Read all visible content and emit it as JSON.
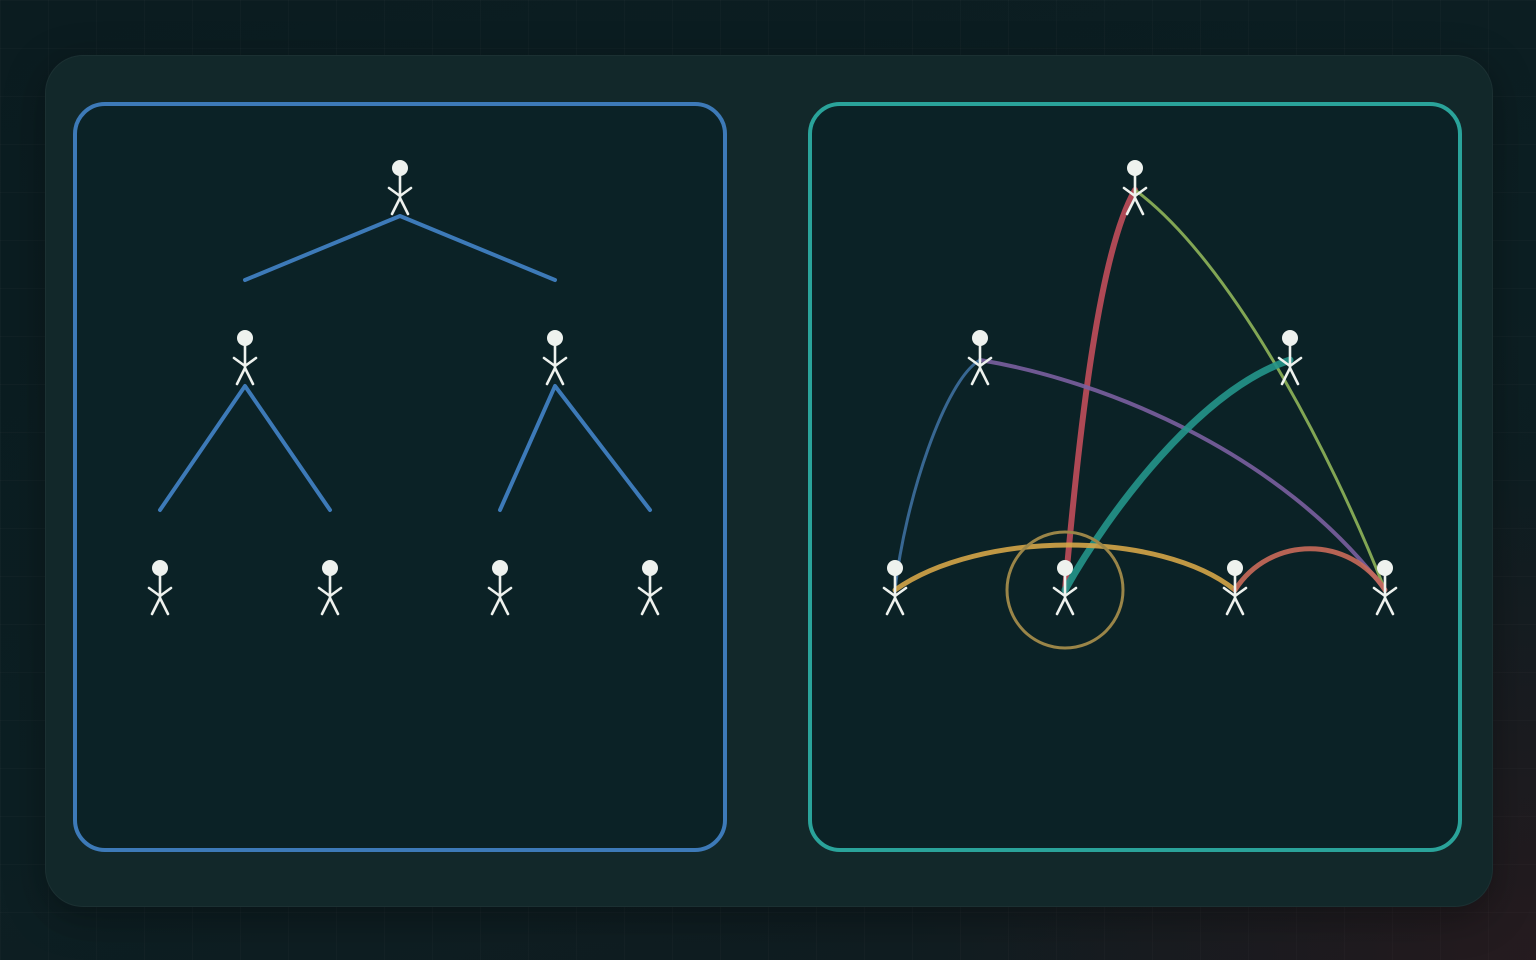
{
  "colors": {
    "hierarchy_frame": "#3d7ab8",
    "hierarchy_line": "#3d7ab8",
    "network_frame": "#2aa39a",
    "person": "#eef2ee",
    "highlight_ring": "#9a8548"
  },
  "panels": [
    {
      "id": "hierarchy",
      "icon": "person-icon",
      "people": [
        "top",
        "mid-left",
        "mid-right",
        "leaf-1",
        "leaf-2",
        "leaf-3",
        "leaf-4"
      ]
    },
    {
      "id": "network",
      "icon": "person-icon",
      "people": [
        "top",
        "mid-left",
        "mid-right",
        "bottom-1",
        "bottom-2",
        "bottom-3",
        "bottom-4"
      ],
      "connections": [
        {
          "from": "top",
          "to": "bottom-2",
          "color": "#c04e5b"
        },
        {
          "from": "top",
          "to": "bottom-4",
          "color": "#8fb55a"
        },
        {
          "from": "mid-left",
          "to": "bottom-4",
          "color": "#7a5fa0"
        },
        {
          "from": "mid-left",
          "to": "bottom-1",
          "color": "#3d6f9e"
        },
        {
          "from": "mid-right",
          "to": "bottom-2",
          "color": "#23958b"
        },
        {
          "from": "bottom-1",
          "to": "bottom-3",
          "color": "#d4a548"
        },
        {
          "from": "bottom-3",
          "to": "bottom-4",
          "color": "#c96a5a"
        }
      ],
      "highlighted": "bottom-2"
    }
  ]
}
